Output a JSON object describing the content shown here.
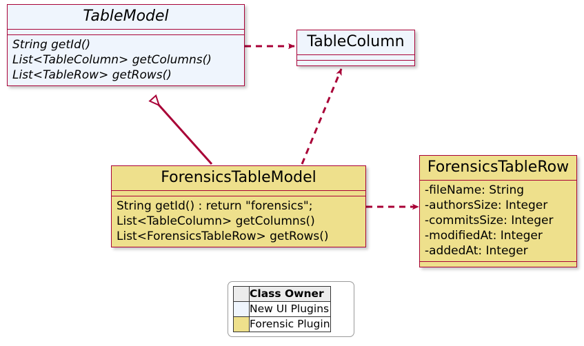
{
  "diagram": {
    "type": "uml-class-diagram",
    "colors": {
      "border": "#a80036",
      "new_ui_plugins_fill": "#eff5fd",
      "forensic_plugin_fill": "#eee08c",
      "connector": "#a80036",
      "legend_border": "#999999"
    }
  },
  "classes": {
    "table_model": {
      "name": "TableModel",
      "stereotype": "interface",
      "attributes": [],
      "methods": [
        "String getId()",
        "List<TableColumn> getColumns()",
        "List<TableRow> getRows()"
      ]
    },
    "table_column": {
      "name": "TableColumn",
      "attributes": [],
      "methods": []
    },
    "forensics_table_model": {
      "name": "ForensicsTableModel",
      "attributes": [],
      "methods": [
        "String getId() : return \"forensics\";",
        "List<TableColumn> getColumns()",
        "List<ForensicsTableRow> getRows()"
      ]
    },
    "forensics_table_row": {
      "name": "ForensicsTableRow",
      "attributes": [
        "-fileName: String",
        "-authorsSize: Integer",
        "-commitsSize: Integer",
        "-modifiedAt: Integer",
        "-addedAt: Integer"
      ],
      "methods": []
    }
  },
  "relationships": [
    {
      "id": "table-model-uses-table-column",
      "from": "TableModel",
      "to": "TableColumn",
      "type": "dependency",
      "line": "dashed",
      "arrowhead": "filled"
    },
    {
      "id": "forensics-table-model-realizes-table-model",
      "from": "ForensicsTableModel",
      "to": "TableModel",
      "type": "generalization",
      "line": "solid",
      "arrowhead": "hollow-triangle"
    },
    {
      "id": "forensics-table-model-uses-table-column",
      "from": "ForensicsTableModel",
      "to": "TableColumn",
      "type": "dependency",
      "line": "dashed",
      "arrowhead": "filled"
    },
    {
      "id": "forensics-table-model-uses-forensics-table-row",
      "from": "ForensicsTableModel",
      "to": "ForensicsTableRow",
      "type": "dependency",
      "line": "dashed",
      "arrowhead": "filled"
    }
  ],
  "legend": {
    "header_label": "Class Owner",
    "rows": [
      {
        "label": "New UI Plugins",
        "swatch": "#eff5fd"
      },
      {
        "label": "Forensic Plugin",
        "swatch": "#eee08c"
      }
    ]
  }
}
